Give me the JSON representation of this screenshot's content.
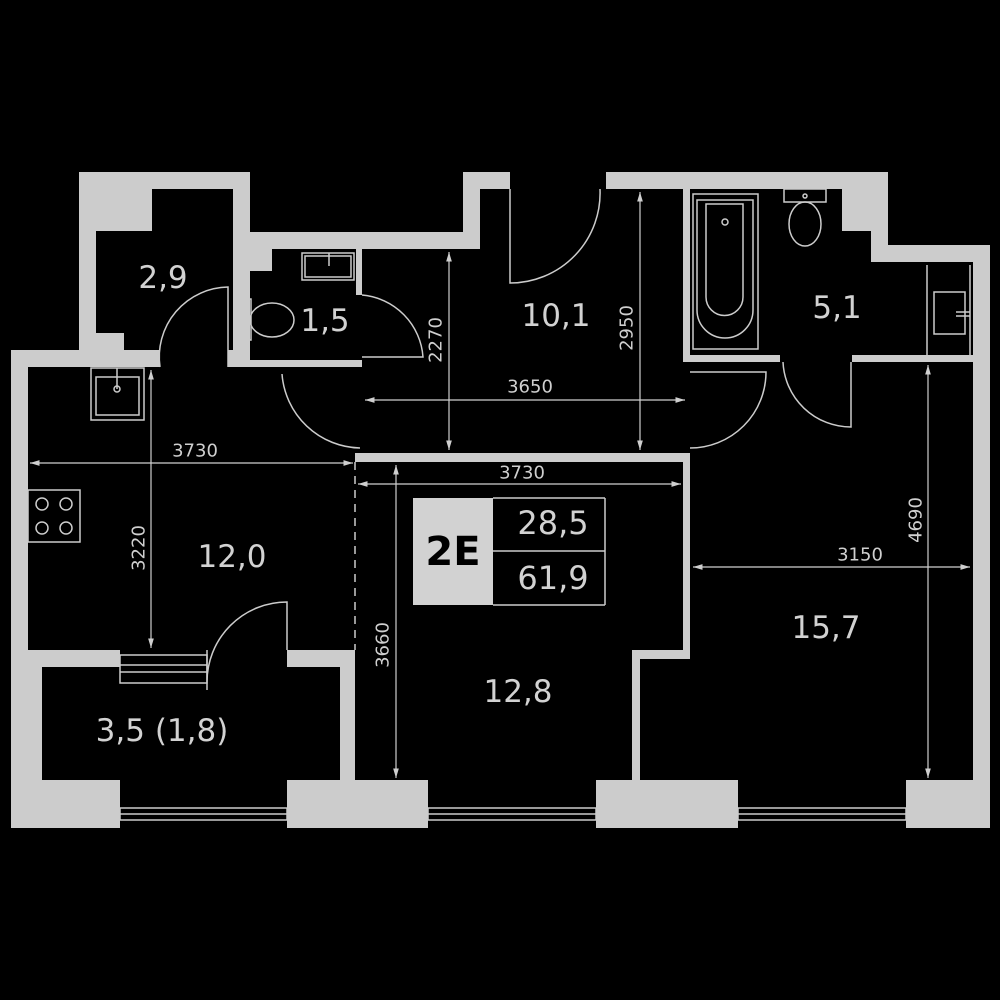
{
  "apartment": {
    "code": "2E",
    "living_area": "28,5",
    "total_area": "61,9"
  },
  "rooms": {
    "storage": "2,9",
    "wc": "1,5",
    "hall": "10,1",
    "bathroom": "5,1",
    "kitchen": "12,0",
    "bedroom": "12,8",
    "living": "15,7",
    "balcony": "3,5 (1,8)"
  },
  "dimensions": {
    "kitchen_width": "3730",
    "kitchen_depth": "3220",
    "hall_width": "3650",
    "hall_depth_left": "2270",
    "hall_depth_right": "2950",
    "bedroom_width": "3730",
    "bedroom_depth": "3660",
    "living_width": "3150",
    "living_depth": "4690"
  },
  "colors": {
    "wall": "#cccccc",
    "background": "#000000"
  }
}
